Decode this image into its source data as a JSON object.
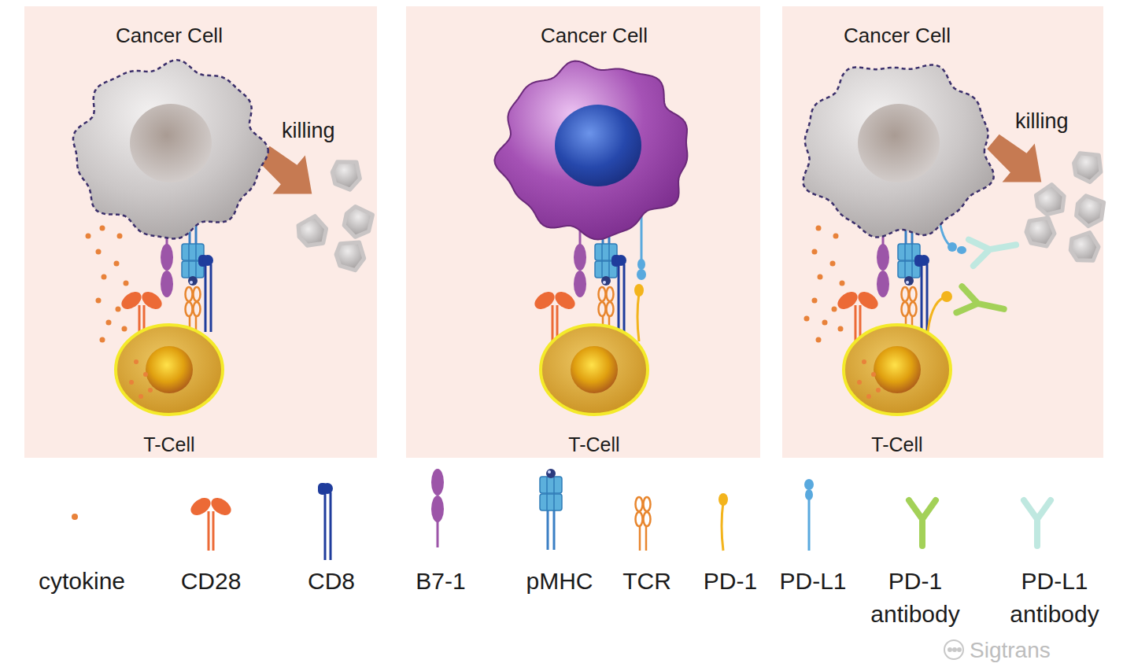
{
  "diagram": {
    "nodes": [
      {
        "text": [
          "Cancer Cell"
        ]
      },
      {
        "text": [
          "T-Cell"
        ]
      },
      {
        "text": [
          "Cancer Cell"
        ]
      },
      {
        "text": [
          "T-Cell"
        ]
      },
      {
        "text": [
          "Cancer Cell"
        ]
      },
      {
        "text": [
          "T-Cell"
        ]
      }
    ],
    "edges": [],
    "labels": [
      "killing",
      "killing",
      "Sigtrans"
    ],
    "legend": [
      {
        "text": "cytokine"
      },
      {
        "text": "CD28"
      },
      {
        "text": "CD8"
      },
      {
        "text": "B7-1"
      },
      {
        "text": "pMHC"
      },
      {
        "text": "TCR"
      },
      {
        "text": "PD-1"
      },
      {
        "text": "PD-L1"
      },
      {
        "text": "PD-1 antibody"
      },
      {
        "text": "PD-L1 antibody"
      }
    ]
  }
}
